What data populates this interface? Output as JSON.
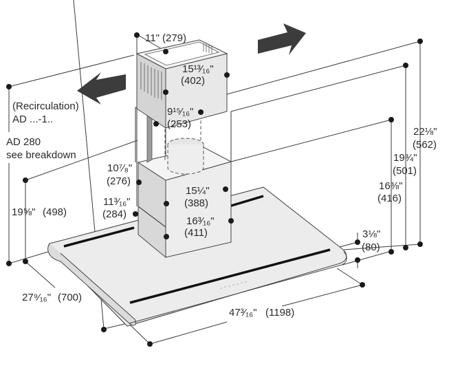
{
  "title": "Wall-mounted chimney hood dimension drawing",
  "notes": {
    "recirculation_line1": "(Recirculation)",
    "recirculation_line2": "AD ...-1..",
    "ad_line1": "AD 280",
    "ad_line2": "see breakdown"
  },
  "arrows": {
    "left": "airflow-left-arrow",
    "right": "airflow-right-arrow"
  },
  "dimensions": {
    "top_depth": {
      "imperial": "11\"",
      "metric": "(279)"
    },
    "upper_chimney_width": {
      "imperial": "15¹³⁄₁₆\"",
      "metric": "(402)"
    },
    "inner_duct": {
      "imperial": "9¹⁵⁄₁₆\"",
      "metric": "(253)"
    },
    "lower_chimney_depth": {
      "imperial": "10⁷⁄₈\"",
      "metric": "(276)"
    },
    "lower_chimney_width_top": {
      "imperial": "15¼\"",
      "metric": "(388)"
    },
    "lower_chimney_depth_bottom": {
      "imperial": "11³⁄₁₆\"",
      "metric": "(284)"
    },
    "lower_chimney_width_bottom": {
      "imperial": "16³⁄₁₆\"",
      "metric": "(411)"
    },
    "height_left": {
      "imperial": "19⅝\"",
      "metric": "(498)"
    },
    "hood_depth": {
      "imperial": "27⁹⁄₁₆\"",
      "metric": "(700)"
    },
    "hood_width": {
      "imperial": "47³⁄₁₆\"",
      "metric": "(1198)"
    },
    "hood_thickness": {
      "imperial": "3⅛\"",
      "metric": "(80)"
    },
    "height_416": {
      "imperial": "16⅜\"",
      "metric": "(416)"
    },
    "height_501": {
      "imperial": "19¾\"",
      "metric": "(501)"
    },
    "height_562": {
      "imperial": "22⅛\"",
      "metric": "(562)"
    }
  },
  "colors": {
    "line": "#3a3a3a",
    "surface_light": "#f0f0f0",
    "surface_mid": "#e2e2e2",
    "surface_dark": "#d2d2d2",
    "arrow": "#3c3c3c"
  }
}
